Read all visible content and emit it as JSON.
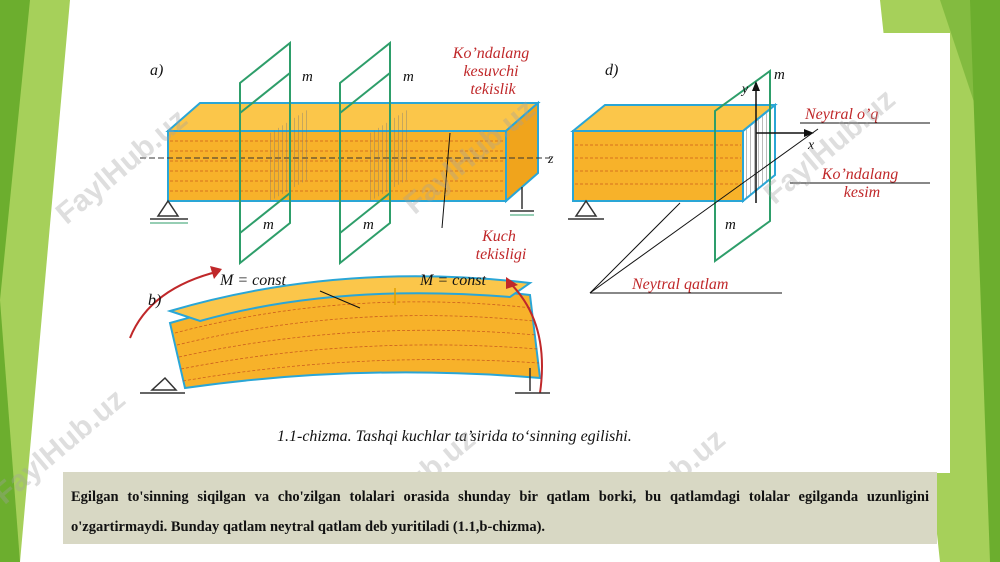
{
  "colors": {
    "background_green": "#6cae2e",
    "light_green": "#a6d05a",
    "beam_orange": "#f7b22a",
    "beam_edge": "#2aa6d6",
    "plane_green": "#2e9e6a",
    "label_red": "#c0282a",
    "caption_bg": "#d8d8c4"
  },
  "figure": {
    "panel_a": {
      "letter": "a)",
      "plane_label": "m",
      "cross_plane_label": "Ko’ndalang\nkesuvchi\ntekislik",
      "force_plane_label": "Kuch\ntekisligi",
      "axis_z": "z"
    },
    "panel_d": {
      "letter": "d)",
      "plane_label": "m",
      "axis_y": "y",
      "axis_x": "x",
      "neutral_axis_label": "Neytral o’q",
      "cross_section_label": "Ko’ndalang\nkesim"
    },
    "panel_b": {
      "letter": "b)",
      "moment_left": "M = const",
      "moment_right": "M = const",
      "neutral_layer_label": "Neytral qatlam"
    },
    "figure_caption": "1.1-chizma. Tashqi kuchlar ta’sirida to‘sinning egilishi."
  },
  "watermark": "FaylHub.uz",
  "caption": "Egilgan to'sinning siqilgan va cho'zilgan tolalari orasida shunday bir qatlam borki, bu qatlamdagi tolalar egilganda uzunligini o'zgartirmaydi. Bunday qatlam neytral qatlam deb yuritiladi (1.1,b-chizma)."
}
